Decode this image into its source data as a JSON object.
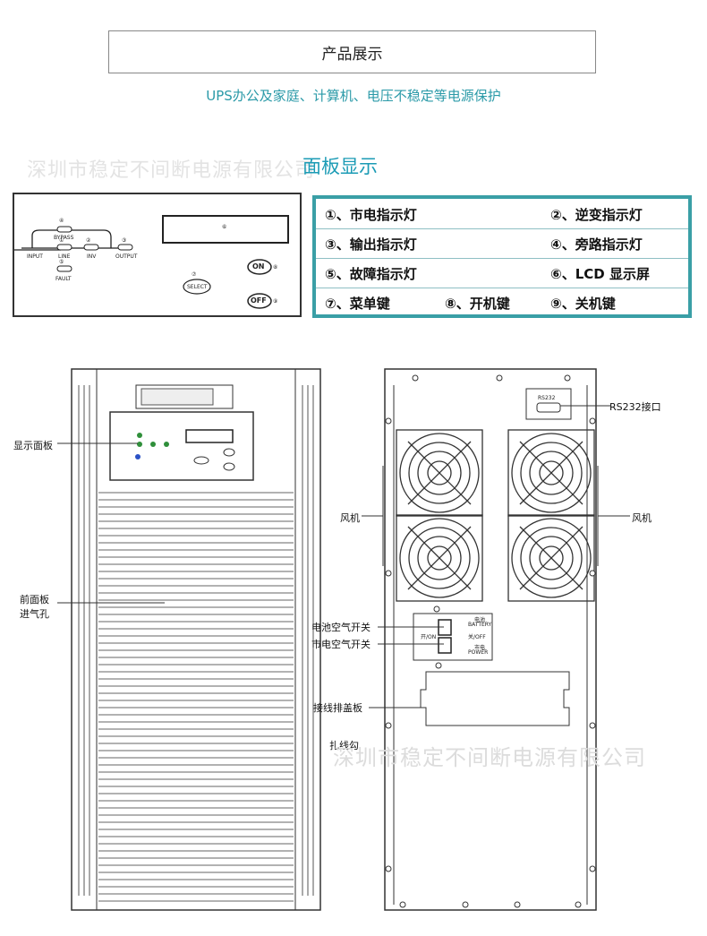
{
  "header": {
    "title": "产品展示",
    "subtitle": "UPS办公及家庭、计算机、电压不稳定等电源保护"
  },
  "watermark": {
    "top": "深圳市稳定不间断电源有限公司",
    "bottom": "深圳市稳定不间断电源有限公司"
  },
  "panel": {
    "title": "面板显示",
    "labels": {
      "bypass": "BYPASS",
      "input": "INPUT",
      "line": "LINE",
      "inv": "INV",
      "output": "OUTPUT",
      "fault": "FAULT",
      "select": "SELECT",
      "on": "ON",
      "off": "OFF",
      "n1": "①",
      "n2": "②",
      "n3": "③",
      "n4": "④",
      "n5": "⑤",
      "n6": "⑥",
      "n7": "⑦",
      "n8": "⑧",
      "n9": "⑨"
    }
  },
  "legend": {
    "rows": [
      [
        "①、市电指示灯",
        "②、逆变指示灯"
      ],
      [
        "③、输出指示灯",
        "④、旁路指示灯"
      ],
      [
        "⑤、故障指示灯",
        "⑥、LCD 显示屏"
      ],
      [
        "⑦、菜单键",
        "⑧、开机键",
        "⑨、关机键"
      ]
    ]
  },
  "front": {
    "display_panel_label": "显示面板",
    "vent_label_1": "前面板",
    "vent_label_2": "进气孔"
  },
  "rear": {
    "rs232_label": "RS232接口",
    "rs232_port": "RS232",
    "fan_left": "风机",
    "fan_right": "风机",
    "battery_breaker": "电池空气开关",
    "mains_breaker": "市电空气开关",
    "battery_tag_cn": "电池",
    "battery_tag_en": "BATTERY",
    "on_tag": "开/ON",
    "off_tag": "关/OFF",
    "power_tag_cn": "市电",
    "power_tag_en": "POWER",
    "terminal_cover": "接线排盖板",
    "cable_hook": "扎线勾"
  }
}
